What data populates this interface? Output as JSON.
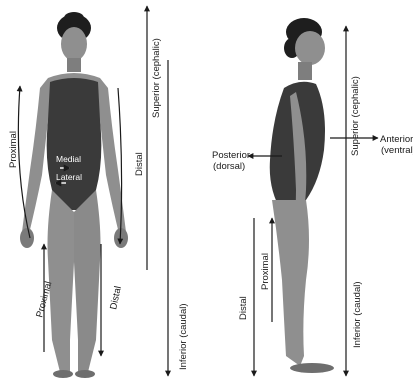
{
  "front_view": {
    "superior": "Superior (cephalic)",
    "inferior": "Inferior (caudal)",
    "proximal_arm": "Proximal",
    "distal_arm": "Distal",
    "proximal_leg": "Proximal",
    "distal_leg": "Distal",
    "medial": "Medial",
    "lateral": "Lateral"
  },
  "side_view": {
    "superior": "Superior (cephalic)",
    "inferior": "Inferior (caudal)",
    "anterior": "Anterior",
    "ventral": "(ventral)",
    "posterior": "Posterior",
    "dorsal": "(dorsal)",
    "proximal": "Proximal",
    "distal": "Distal"
  },
  "colors": {
    "skin": "#8f8f8f",
    "skin_shade": "#6e6e6e",
    "leotard": "#3a3a3a",
    "hair": "#1e1e1e",
    "arrow": "#1a1a1a"
  }
}
